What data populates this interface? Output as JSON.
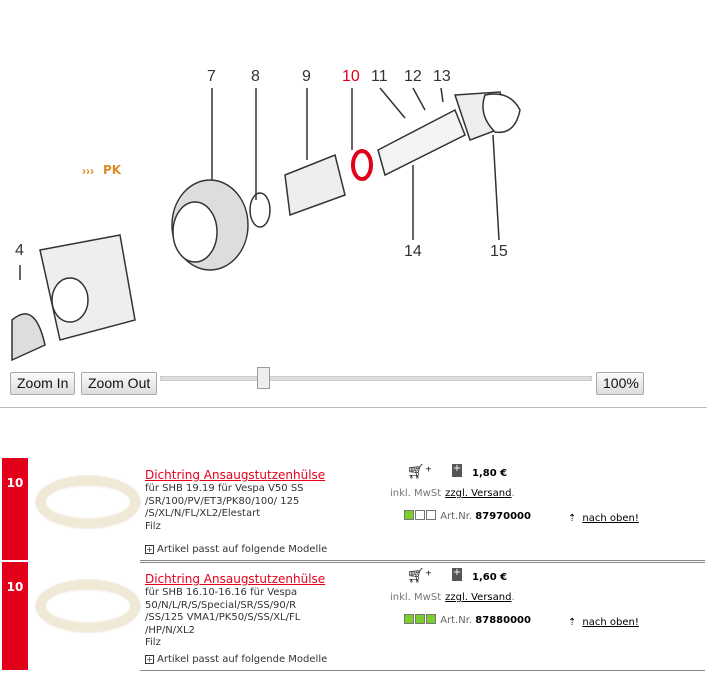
{
  "diagram": {
    "labels": [
      "7",
      "8",
      "9",
      "10",
      "11",
      "12",
      "13",
      "14",
      "15",
      "4"
    ],
    "highlight": "10",
    "model_tag": "PK"
  },
  "zoom": {
    "zoom_in": "Zoom In",
    "zoom_out": "Zoom Out",
    "level": "100%",
    "slider_fraction": 0.24
  },
  "colors": {
    "accent": "#e2001a"
  },
  "products": [
    {
      "qty": "10",
      "title": "Dichtring Ansaugstutzenhülse",
      "desc_lines": [
        "für SHB 19.19 für Vespa V50 SS",
        "/SR/100/PV/ET3/PK80/100/ 125",
        "/S/XL/N/FL/XL2/Elestart",
        "Filz"
      ],
      "fits": "Artikel passt auf folgende Modelle",
      "price": "1,80 €",
      "vat": "inkl. MwSt",
      "shipping": "zzgl. Versand",
      "art_label": "Art.Nr.",
      "art_no": "87970000",
      "stock_level": 1,
      "to_top": "nach oben!"
    },
    {
      "qty": "10",
      "title": "Dichtring Ansaugstutzenhülse",
      "desc_lines": [
        "für SHB 16.10-16.16 für Vespa",
        "50/N/L/R/S/Special/SR/SS/90/R",
        "/SS/125 VMA1/PK50/S/SS/XL/FL",
        "/HP/N/XL2",
        "Filz"
      ],
      "fits": "Artikel passt auf folgende Modelle",
      "price": "1,60 €",
      "vat": "inkl. MwSt",
      "shipping": "zzgl. Versand",
      "art_label": "Art.Nr.",
      "art_no": "87880000",
      "stock_level": 3,
      "to_top": "nach oben!"
    }
  ]
}
